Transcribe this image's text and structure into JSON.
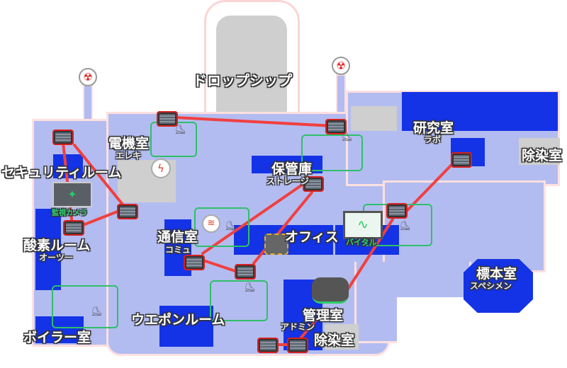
{
  "rooms": {
    "dropship": "ドロップシップ",
    "electrical": "電機室",
    "electrical_sub": "エレキ",
    "security": "セキュリティルーム",
    "cameras": "監視カメラ",
    "oxygen": "酸素ルーム",
    "oxygen_sub": "オーツー",
    "boiler": "ボイラー室",
    "comms": "通信室",
    "comms_sub": "コミュ",
    "weapons": "ウエポンルーム",
    "storage": "保管庫",
    "storage_sub": "ストレージ",
    "office": "オフィス",
    "vitals": "バイタル",
    "admin": "管理室",
    "admin_sub": "アドミン",
    "decon_bottom": "除染室",
    "lab": "研究室",
    "lab_sub": "ラボ",
    "decon_right": "除染室",
    "specimen": "標本室",
    "specimen_sub": "スペシメン"
  },
  "colors": {
    "floor": "#b3bcf0",
    "room": "#1433e6",
    "vent_link": "#f04040",
    "task_box": "#2fbf6a"
  }
}
